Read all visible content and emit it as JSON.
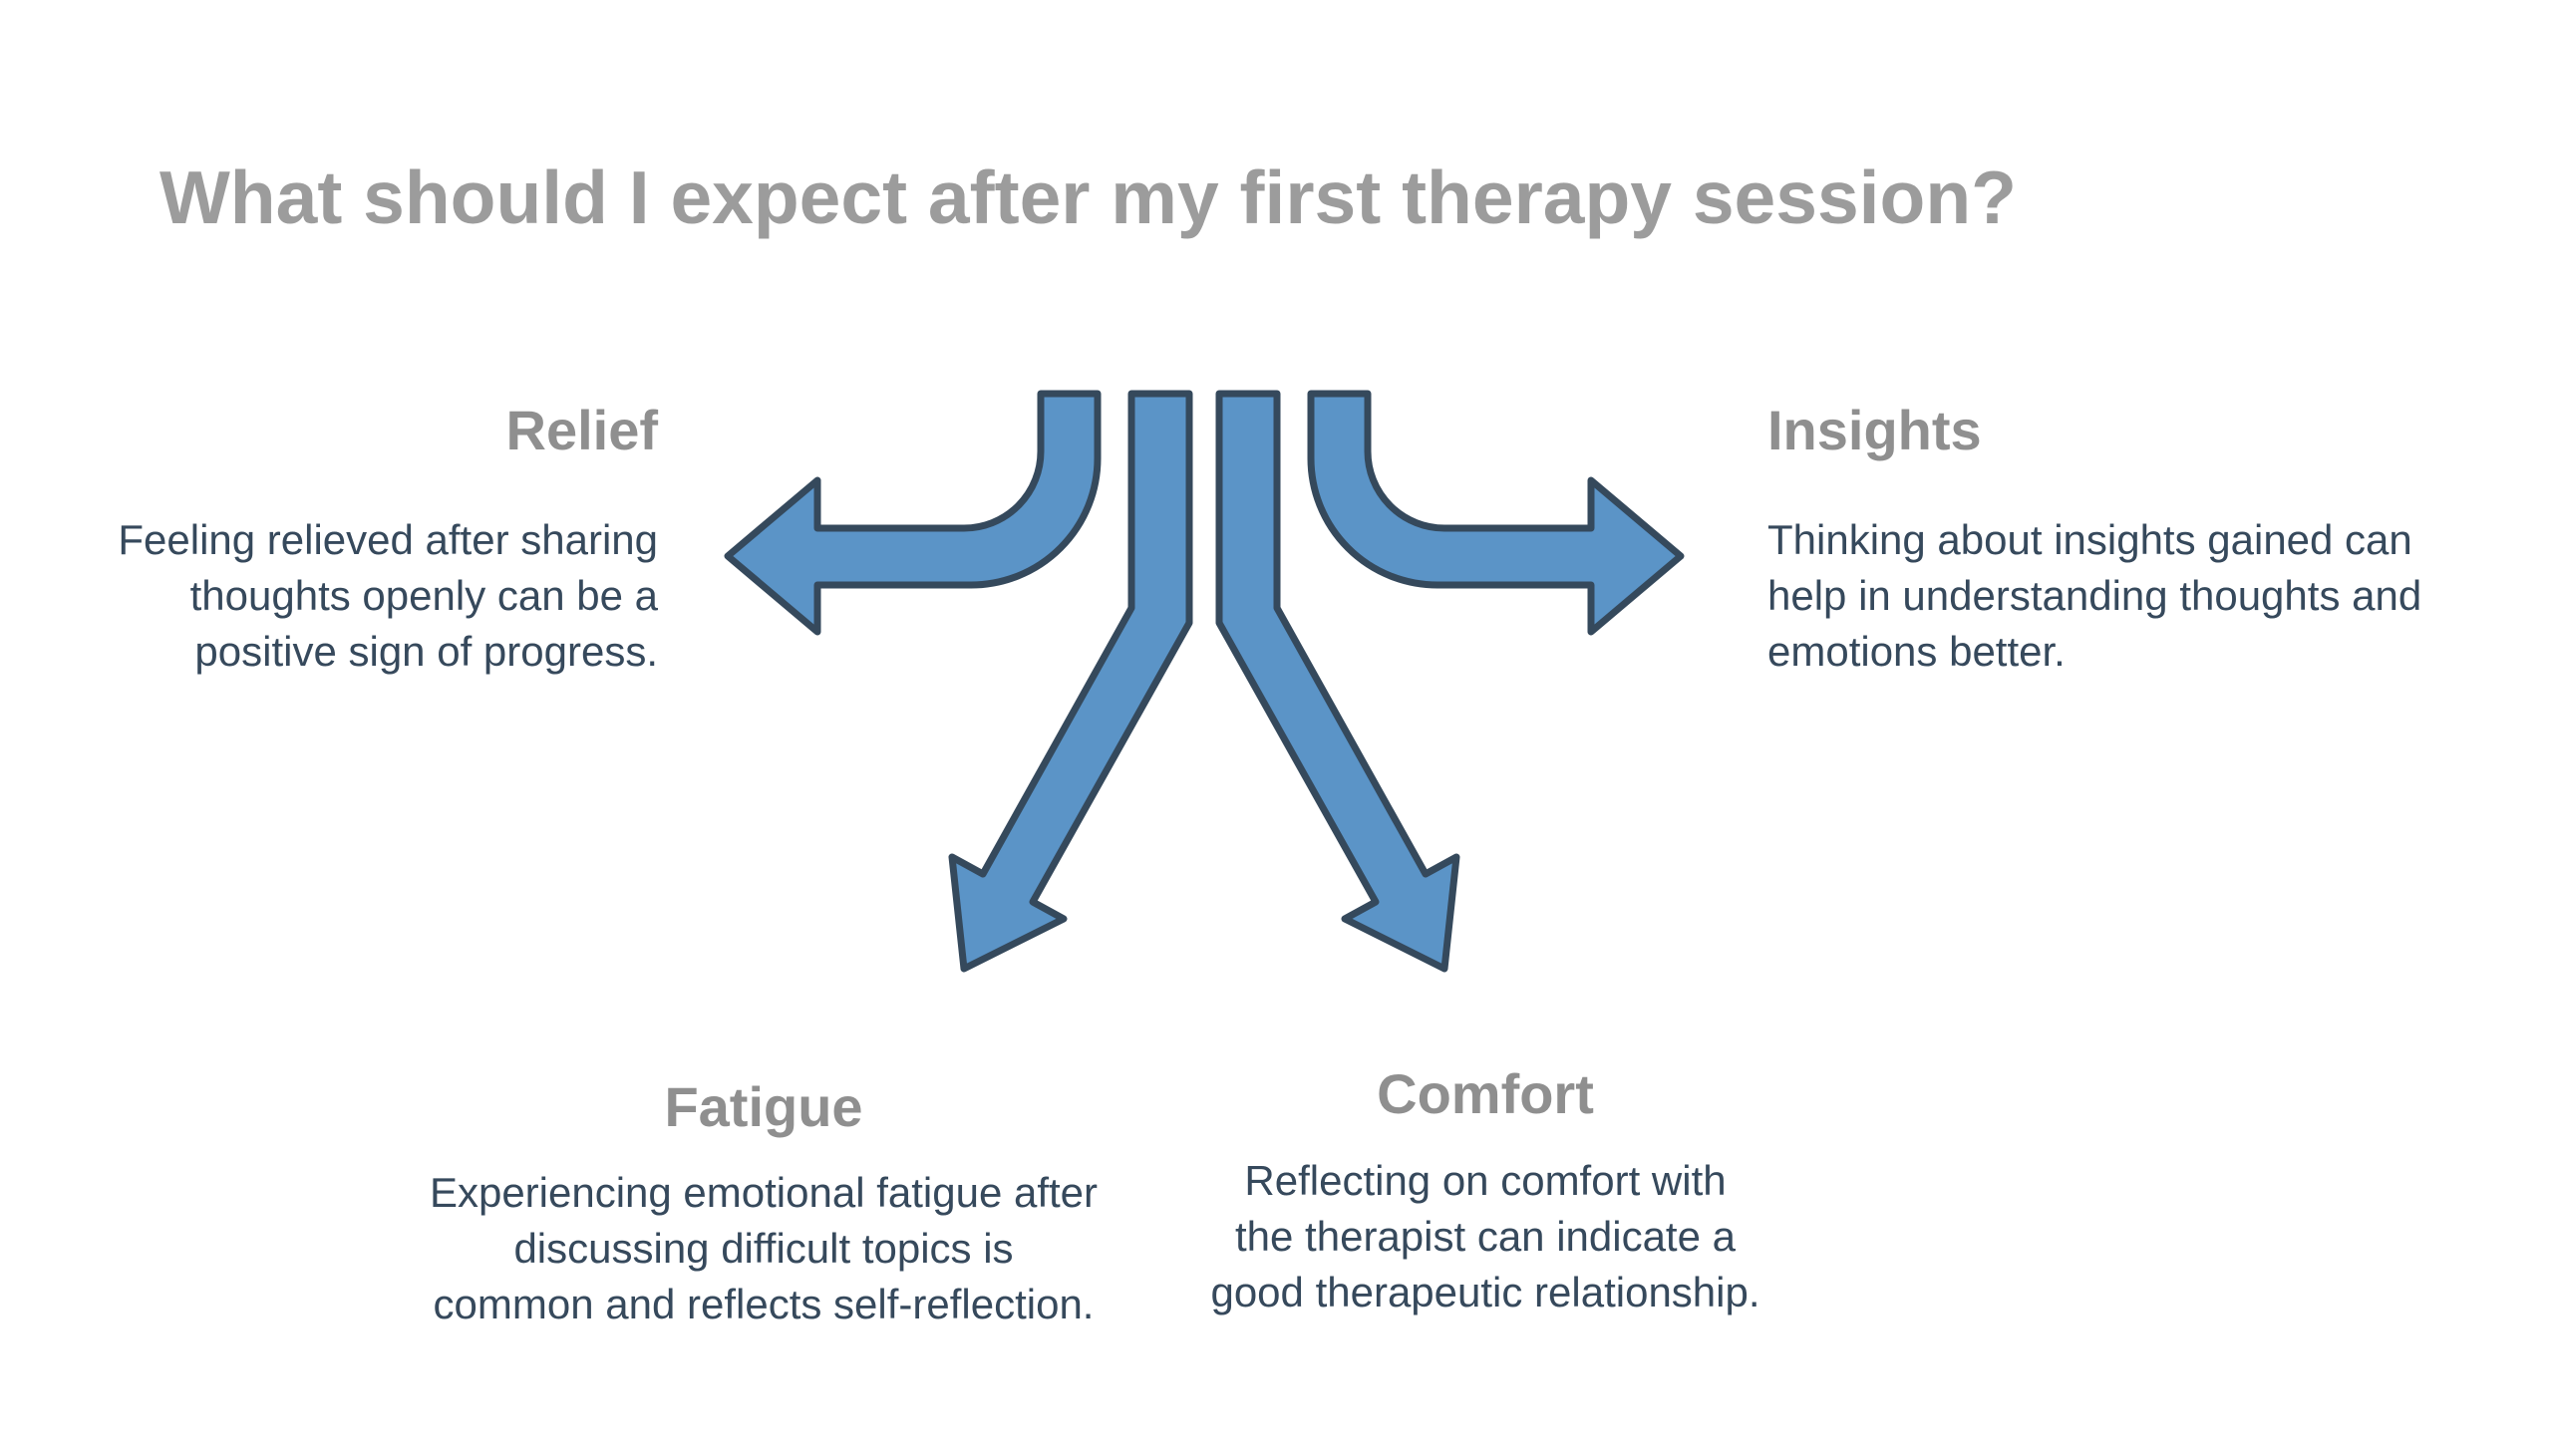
{
  "page": {
    "title": "What should I expect after my first therapy session?"
  },
  "colors": {
    "background": "#FFFFFF",
    "title_text": "#9C9C9C",
    "heading_text": "#8F8F8F",
    "body_text": "#36495C",
    "arrow_fill": "#5B94C7",
    "arrow_stroke": "#35495C"
  },
  "sections": {
    "relief": {
      "heading": "Relief",
      "body": "Feeling relieved after sharing\nthoughts openly can be a\npositive sign of progress."
    },
    "insights": {
      "heading": "Insights",
      "body": "Thinking about insights gained can\nhelp in understanding thoughts and\nemotions better."
    },
    "fatigue": {
      "heading": "Fatigue",
      "body": "Experiencing emotional fatigue after\ndiscussing difficult topics is\ncommon and reflects self-reflection."
    },
    "comfort": {
      "heading": "Comfort",
      "body": "Reflecting on comfort with\nthe therapist can indicate a\ngood therapeutic relationship."
    }
  },
  "arrows": {
    "directions": [
      "left",
      "down-left",
      "down-right",
      "right"
    ]
  }
}
